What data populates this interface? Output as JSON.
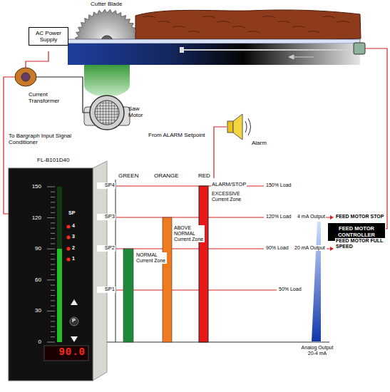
{
  "diagram": {
    "nodes": [
      {
        "text": [
          "AC Power Supply"
        ]
      },
      {
        "text": [
          "FEED MOTOR CONTROLLER"
        ]
      }
    ],
    "labels": [
      "Cutter Blade",
      "Current Transformer",
      "Saw Motor",
      "To Bargraph Input Signal Conditioner",
      "FL-B101D40",
      "150",
      "120",
      "90",
      "60",
      "30",
      "0",
      "SP",
      "4",
      "3",
      "2",
      "1",
      "P",
      "90.0",
      "From ALARM Setpoint",
      "Alarm",
      "GREEN",
      "ORANGE",
      "RED",
      "SP4",
      "ALARM/STOP",
      "150% Load",
      "EXCESSIVE Current Zone",
      "SP3",
      "120% Load",
      "4 mA Output",
      "ABOVE NORMAL Current Zone",
      "FEED MOTOR STOP",
      "SP2",
      "90% Load",
      "20 mA Output",
      "FEED MOTOR FULL SPEED",
      "NORMAL Current Zone",
      "SP1",
      "50% Load",
      "Analog Output 20-4 mA"
    ]
  }
}
